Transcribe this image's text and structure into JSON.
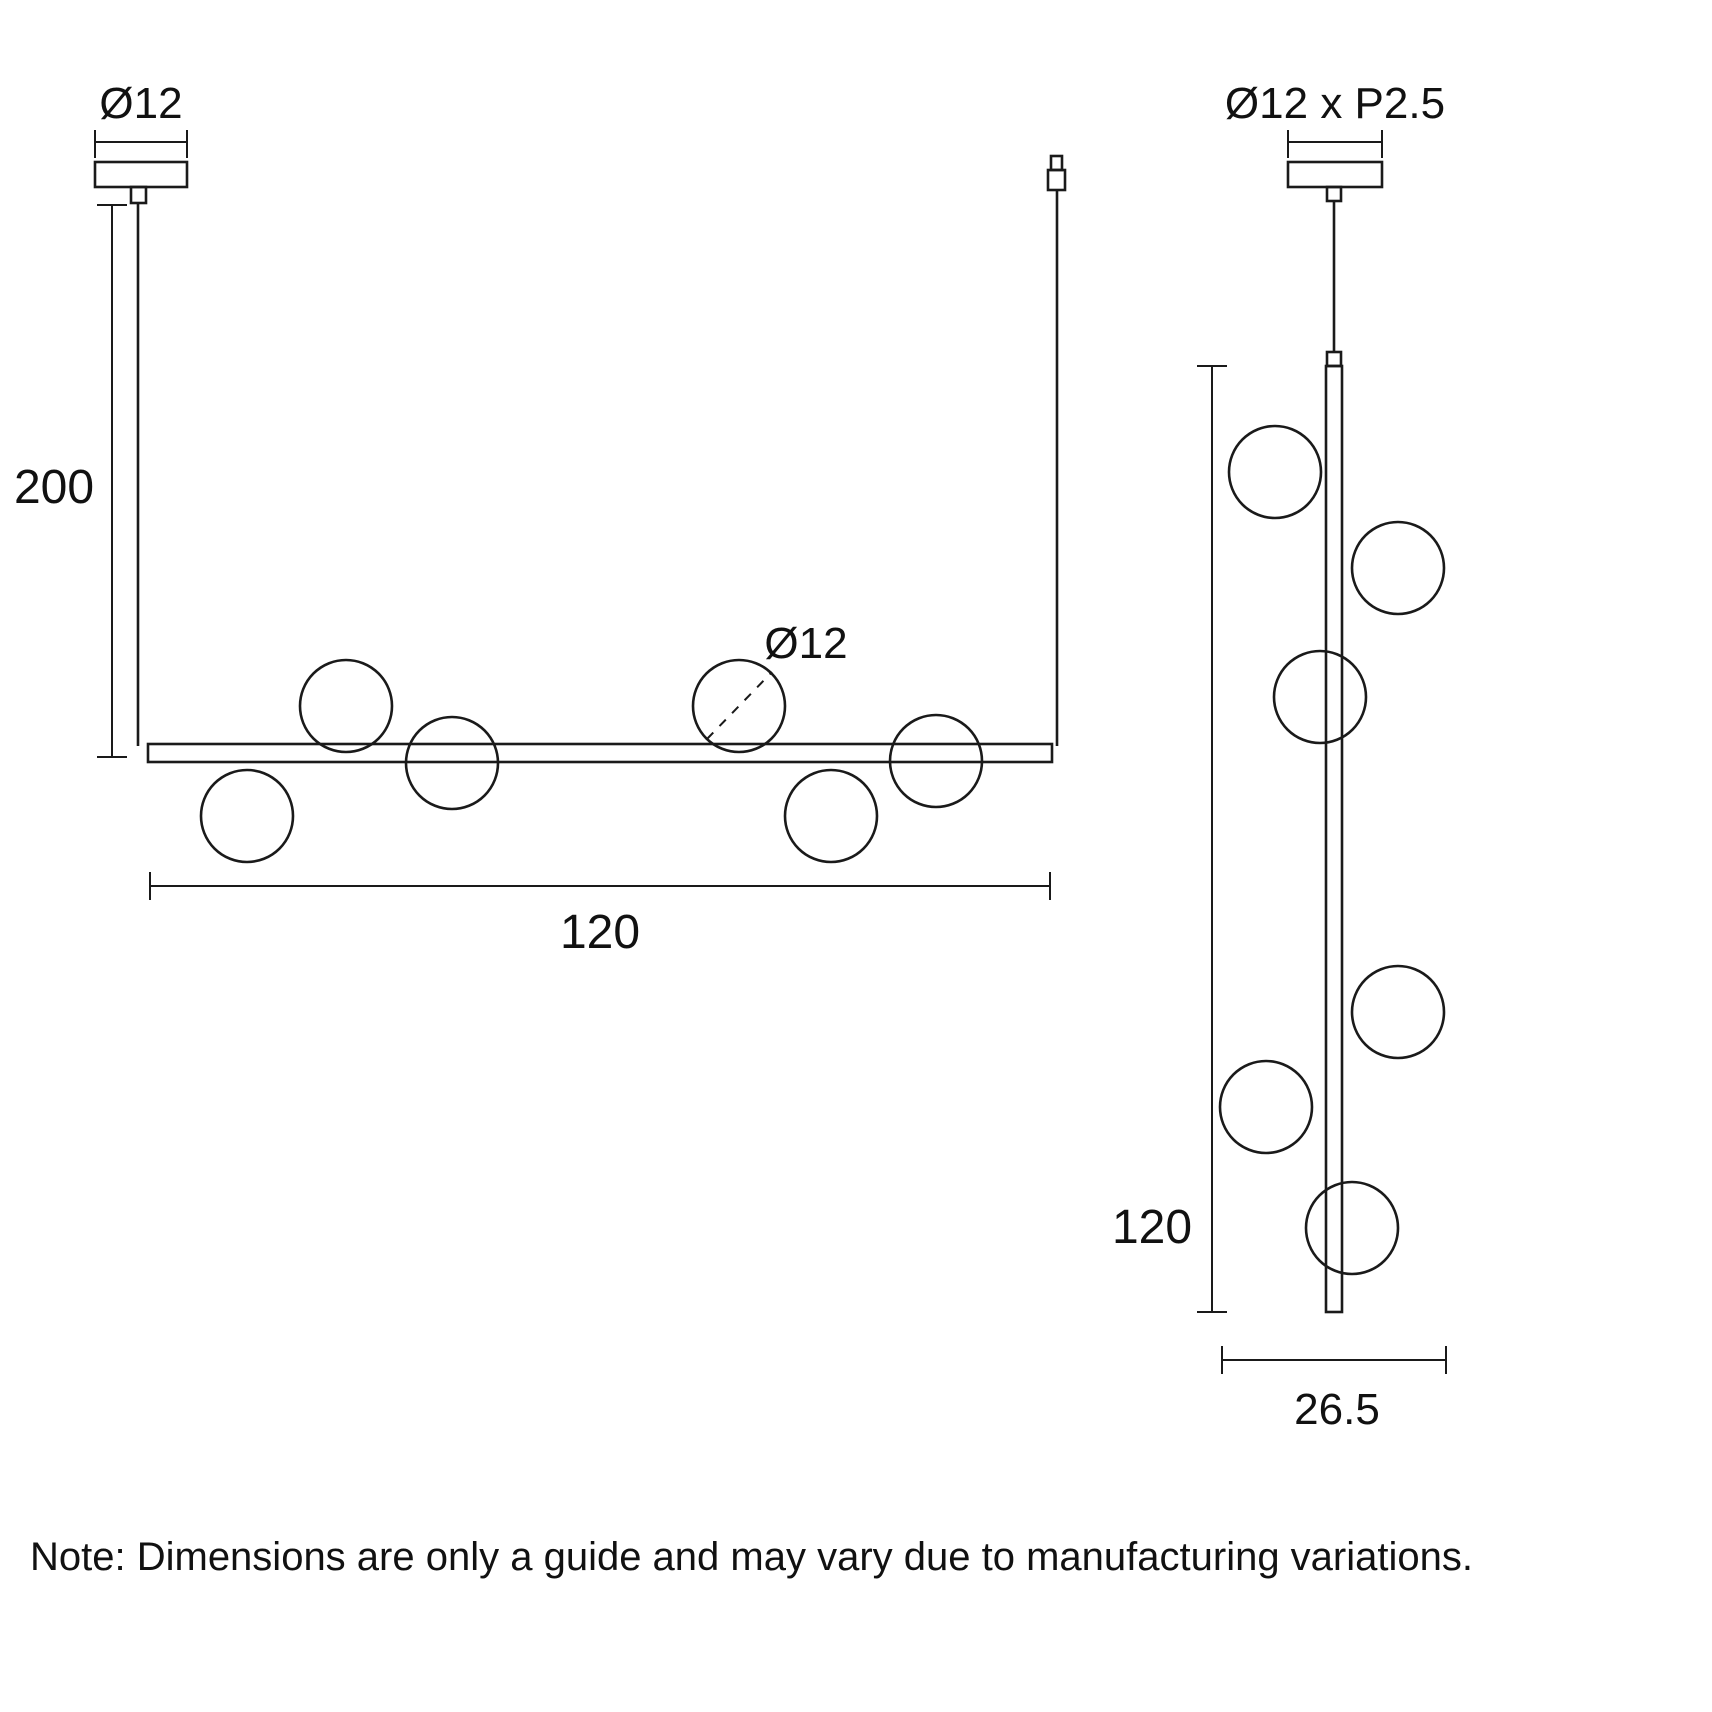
{
  "front": {
    "canopy_diameter": "Ø12",
    "drop": "200",
    "ball_diameter": "Ø12",
    "width": "120"
  },
  "side": {
    "canopy": "Ø12 x P2.5",
    "height": "120",
    "depth": "26.5"
  },
  "note": "Note: Dimensions are only a guide and may vary due to manufacturing variations.",
  "colors": {
    "line": "#1a1a1a",
    "background": "#ffffff"
  }
}
